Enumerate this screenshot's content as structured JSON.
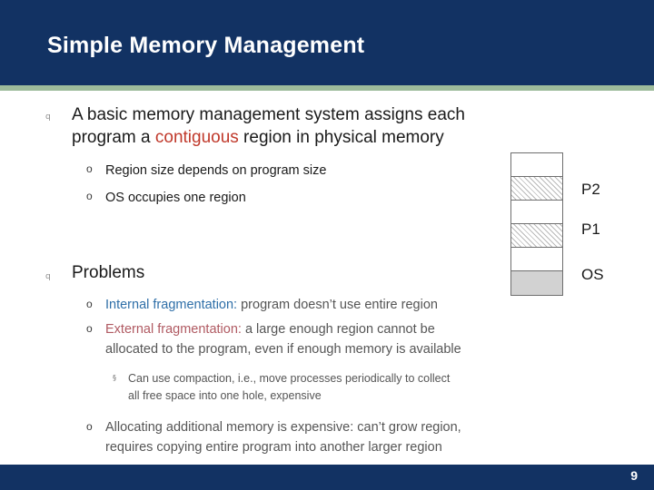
{
  "slide": {
    "title": "Simple Memory Management",
    "page_number": "9",
    "colors": {
      "title_band": "#123263",
      "accent_rule": "#9dbb9b",
      "footer_band": "#123263",
      "highlight_red": "#c0392b",
      "highlight_blue": "#2f6fa8",
      "highlight_rose": "#b05a62"
    },
    "bullets": {
      "q_glyph": "q",
      "o_glyph": "o",
      "sq_glyph": "§"
    },
    "body": {
      "point1_line1_a": "A basic memory management system assigns each",
      "point1_line2_a": "program a ",
      "point1_line2_highlight": "contiguous",
      "point1_line2_b": " region in physical memory",
      "sub1": "Region size depends on program size",
      "sub2": "OS occupies one region",
      "point2": "Problems",
      "prob1_highlight": "Internal fragmentation:",
      "prob1_rest": " program doesn’t use entire region",
      "prob2_highlight": "External fragmentation:",
      "prob2_rest_line1": " a large enough region cannot be",
      "prob2_rest_line2": "allocated to the program, even if enough memory is available",
      "prob2_sub_line1": "Can use compaction, i.e., move processes periodically to collect",
      "prob2_sub_line2": "all free space into one hole, expensive",
      "prob3_line1": "Allocating additional memory is expensive: can’t grow region,",
      "prob3_line2": "requires copying entire program into another larger region"
    }
  },
  "memory_diagram": {
    "rows": [
      {
        "fill": "empty"
      },
      {
        "fill": "hatch"
      },
      {
        "fill": "empty"
      },
      {
        "fill": "hatch"
      },
      {
        "fill": "empty"
      },
      {
        "fill": "solid"
      }
    ],
    "labels": {
      "p2": "P2",
      "p1": "P1",
      "os": "OS"
    }
  }
}
